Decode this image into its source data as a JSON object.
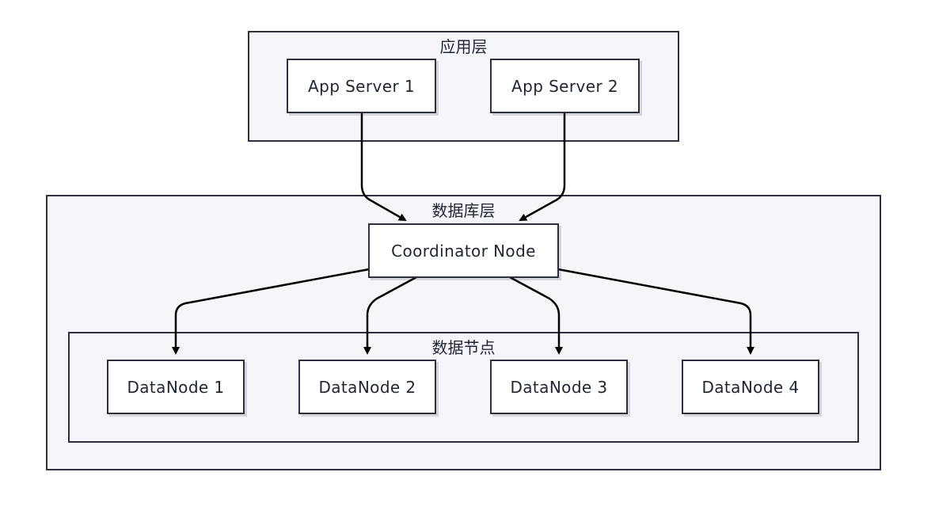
{
  "diagram": {
    "groups": {
      "app_layer": "应用层",
      "db_layer": "数据库层",
      "data_nodes": "数据节点"
    },
    "nodes": {
      "app1": "App Server 1",
      "app2": "App Server 2",
      "coord": "Coordinator Node",
      "dn1": "DataNode 1",
      "dn2": "DataNode 2",
      "dn3": "DataNode 3",
      "dn4": "DataNode 4"
    },
    "edges": [
      {
        "from": "App Server 1",
        "to": "Coordinator Node"
      },
      {
        "from": "App Server 2",
        "to": "Coordinator Node"
      },
      {
        "from": "Coordinator Node",
        "to": "DataNode 1"
      },
      {
        "from": "Coordinator Node",
        "to": "DataNode 2"
      },
      {
        "from": "Coordinator Node",
        "to": "DataNode 3"
      },
      {
        "from": "Coordinator Node",
        "to": "DataNode 4"
      }
    ],
    "colors": {
      "stroke": "#000000",
      "border": "#2e3040",
      "group_fill": "#f6f6fa",
      "node_fill": "#ffffff"
    }
  }
}
